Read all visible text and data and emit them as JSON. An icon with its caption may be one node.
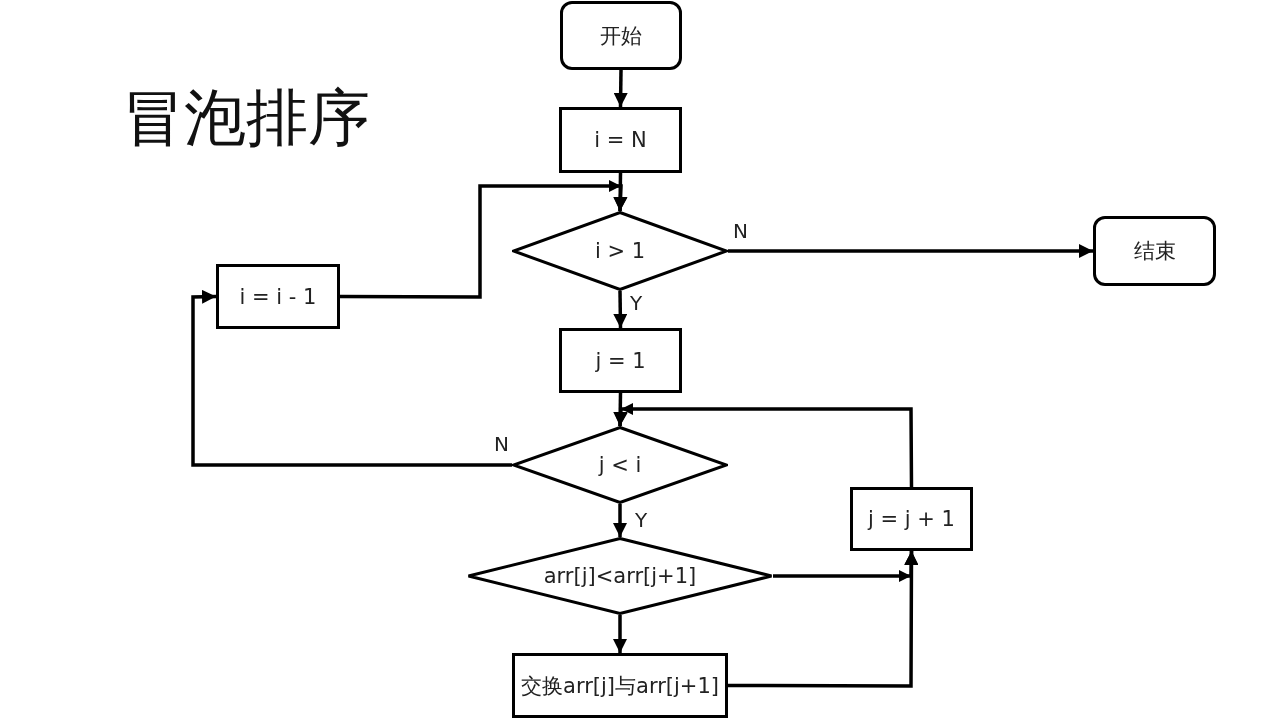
{
  "diagram": {
    "title": "冒泡排序",
    "nodes": [
      {
        "text": [
          "开始"
        ]
      },
      {
        "text": [
          "i = N"
        ]
      },
      {
        "text": [
          "i > 1"
        ]
      },
      {
        "text": [
          "结束"
        ]
      },
      {
        "text": [
          "i = i - 1"
        ]
      },
      {
        "text": [
          "j = 1"
        ]
      },
      {
        "text": [
          "j < i"
        ]
      },
      {
        "text": [
          "arr[j]<arr[j+1]"
        ]
      },
      {
        "text": [
          "交换arr[j]与arr[j+1]"
        ]
      },
      {
        "text": [
          "j = j + 1"
        ]
      }
    ],
    "edges": [
      {
        "from": 0,
        "to": 1,
        "arrow": "to"
      },
      {
        "from": 1,
        "to": 2,
        "arrow": "to"
      },
      {
        "from": 2,
        "to": 3,
        "arrow": "to",
        "label": "N"
      },
      {
        "from": 2,
        "to": 5,
        "arrow": "to",
        "label": "Y"
      },
      {
        "from": 6,
        "to": 4,
        "arrow": "to",
        "label": "N"
      },
      {
        "from": 4,
        "to": 2,
        "arrow": "to"
      },
      {
        "from": 5,
        "to": 6,
        "arrow": "to"
      },
      {
        "from": 9,
        "to": 6,
        "arrow": "to"
      },
      {
        "from": 6,
        "to": 7,
        "arrow": "to",
        "label": "Y"
      },
      {
        "from": 7,
        "to": 9,
        "arrow": "to"
      },
      {
        "from": 7,
        "to": 8,
        "arrow": "to"
      },
      {
        "from": 8,
        "to": 9,
        "arrow": "to"
      }
    ]
  }
}
